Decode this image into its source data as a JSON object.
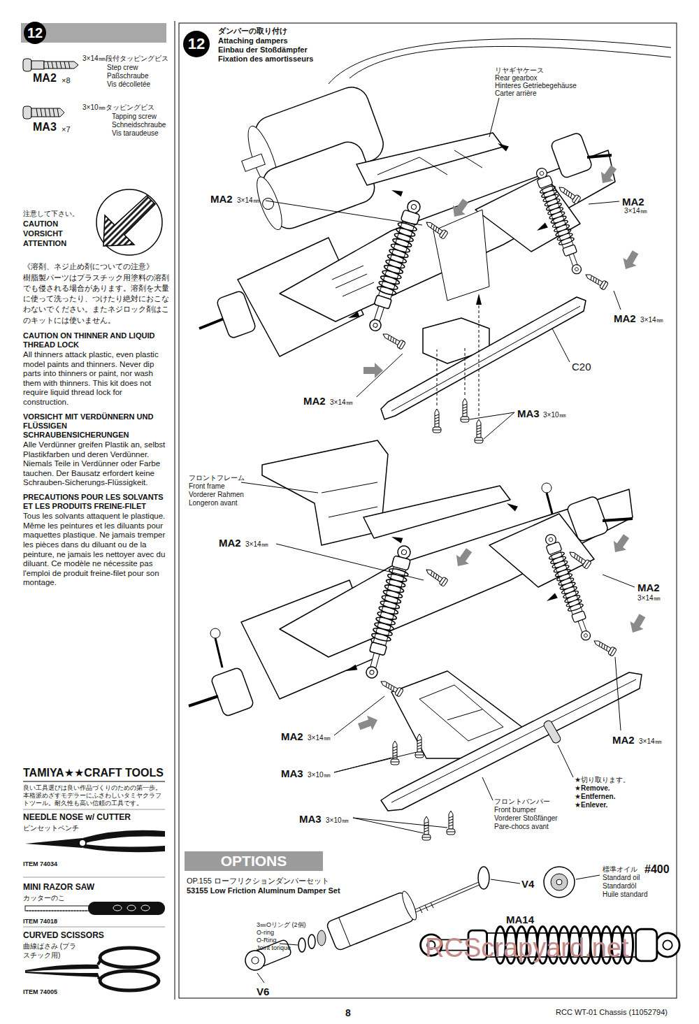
{
  "diagram": {
    "title": "ダンパーの取り付け",
    "nodes": [
      {
        "text": [
          "12"
        ]
      },
      {
        "text": [
          "12"
        ]
      },
      {
        "text": [
          "OPTIONS"
        ]
      }
    ],
    "labels": [
      "3×14㎜段付タッピングビス",
      "Step crew",
      "Paßschraube",
      "Vis décolletée",
      "MA2",
      "×8",
      "3×10㎜タッピングビス",
      "Tapping screw",
      "Schneidschraube",
      "Vis taraudeuse",
      "MA3",
      "×7",
      "注意して下さい。",
      "CAUTION",
      "VORSICHT",
      "ATTENTION",
      "《溶剤、ネジ止め剤についての注意》",
      "樹脂製パーツはプラスチック用塗料の溶剤でも侵される場合があります。溶剤を大量に使って洗ったり、つけたり絶対におこなわないでください。またネジロック剤はこのキットには使いません。",
      "CAUTION ON THINNER AND LIQUID THREAD LOCK",
      "All thinners attack plastic, even plastic model paints and thinners. Never dip parts into thinners or paint, nor wash them with thinners. This kit does not require liquid thread lock for construction.",
      "VORSICHT MIT VERDÜNNERN UND FLÜSSIGEN SCHRAUBENSICHERUNGEN",
      "Alle Verdünner greifen Plastik an, selbst Plastikfarben und deren Verdünner. Niemals Teile in Verdünner oder Farbe tauchen. Der Bausatz erfordert keine Schrauben-Sicherungs-Flüssigkeit.",
      "PRECAUTIONS POUR LES SOLVANTS ET LES PRODUITS FREINE-FILET",
      "Tous les solvants attaquent le plastique. Même les peintures et les diluants pour maquettes plastique. Ne jamais tremper les pièces dans du diluant ou de la peinture, ne jamais les nettoyer avec du diluant. Ce modèle ne nécessite pas l'emploi de produit freine-filet pour son montage.",
      "TAMIYA★★CRAFT TOOLS",
      "良い工具選びは良い作品づくりのための第一歩。本格派めざすモデラーにふさわしいタミヤクラフトツール。耐久性も高い信頼の工具です。",
      "NEEDLE NOSE w/ CUTTER",
      "ピンセットペンチ",
      "ITEM 74034",
      "MINI RAZOR SAW",
      "カッターのこ",
      "ITEM 74018",
      "CURVED SCISSORS",
      "曲線ばさみ (プラスチック用)",
      "ITEM 74005",
      "Attaching dampers",
      "Einbau der Stoßdämpfer",
      "Fixation des amortisseurs",
      "リヤギヤケース",
      "Rear gearbox",
      "Hinteres Getriebegehäuse",
      "Carter arrière",
      "MA2",
      "3×14㎜",
      "MA2",
      "3×14㎜",
      "MA2",
      "3×14㎜",
      "MA2",
      "3×14㎜",
      "C20",
      "MA3",
      "3×10㎜",
      "フロントフレーム",
      "Front frame",
      "Vorderer Rahmen",
      "Longeron avant",
      "MA2",
      "3×14㎜",
      "MA2",
      "3×14㎜",
      "MA2",
      "3×14㎜",
      "MA2",
      "3×14㎜",
      "MA3",
      "3×10㎜",
      "MA3",
      "3×10㎜",
      "★切り取ります。",
      "★Remove.",
      "★Entfernen.",
      "★Enlever.",
      "フロントバンパー",
      "Front bumper",
      "Vorderer Stoßfänger",
      "Pare-chocs avant",
      "OP.155 ローフリクションダンパーセット",
      "53155 Low Friction Aluminum Damper Set",
      "V4",
      "標準オイル",
      "Standard oil",
      "Standardöl",
      "Huile standard",
      "#400",
      "3㎜Oリング (2個)",
      "O-ring",
      "O-Ring",
      "Joint torique",
      "V6",
      "MA14",
      "RCScrapyard.net",
      "8",
      "RCC WT-01 Chassis (11052794)"
    ]
  }
}
